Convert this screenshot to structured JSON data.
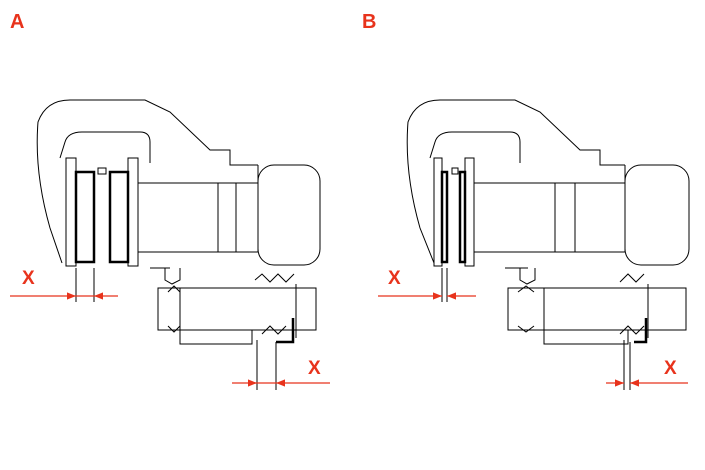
{
  "panels": [
    {
      "id": "A",
      "letter": "A",
      "x_label_pads": "X",
      "x_label_disc": "X"
    },
    {
      "id": "B",
      "letter": "B",
      "x_label_pads": "X",
      "x_label_disc": "X"
    }
  ],
  "colors": {
    "accent": "#e8331c",
    "line": "#000000",
    "background": "#ffffff"
  }
}
